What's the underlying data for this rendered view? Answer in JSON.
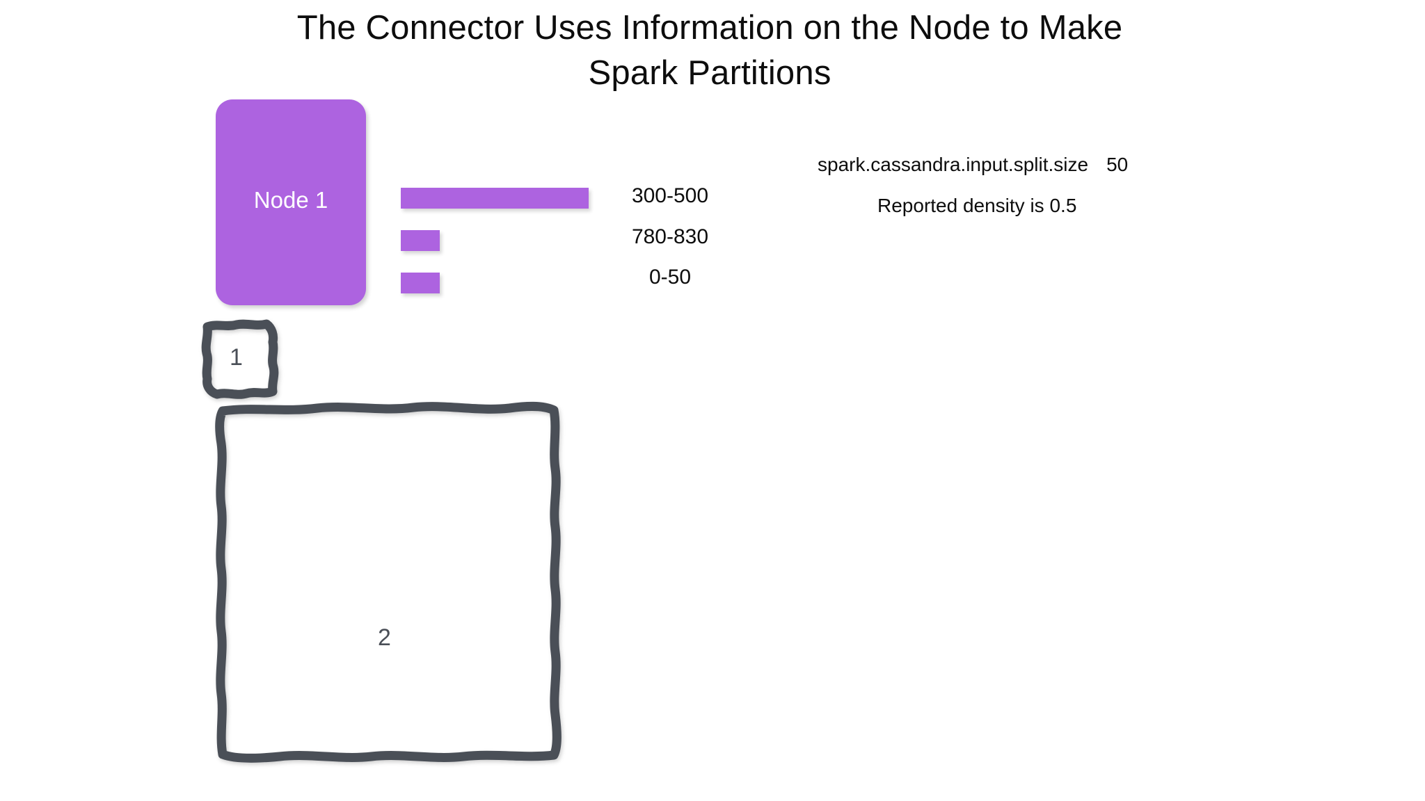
{
  "slide": {
    "title_line1": "The Connector Uses Information on the Node to Make",
    "title_line2": "Spark Partitions",
    "background_color": "#ffffff"
  },
  "node": {
    "label": "Node 1",
    "fill_color": "#ad63e0",
    "text_color": "#ffffff"
  },
  "chart_data": {
    "type": "bar",
    "orientation": "horizontal",
    "title": "",
    "xlabel": "",
    "ylabel": "",
    "categories": [
      "300-500",
      "780-830",
      "0-50"
    ],
    "values": [
      200,
      50,
      50
    ],
    "labels": [
      "300-500",
      "780-830",
      "0-50"
    ],
    "bar_color": "#ad63e0",
    "grid": false,
    "legend": "none",
    "note": "Horizontal bars representing token range sizes owned by Node 1; bar length is proportional to the range span."
  },
  "annotations": {
    "split_size_key": "spark.cassandra.input.split.size",
    "split_size_value": "50",
    "density_text": "Reported density is 0.5"
  },
  "partitions": [
    {
      "label": "1",
      "stroke_color": "#4a4f57"
    },
    {
      "label": "2",
      "stroke_color": "#4a4f57"
    }
  ]
}
